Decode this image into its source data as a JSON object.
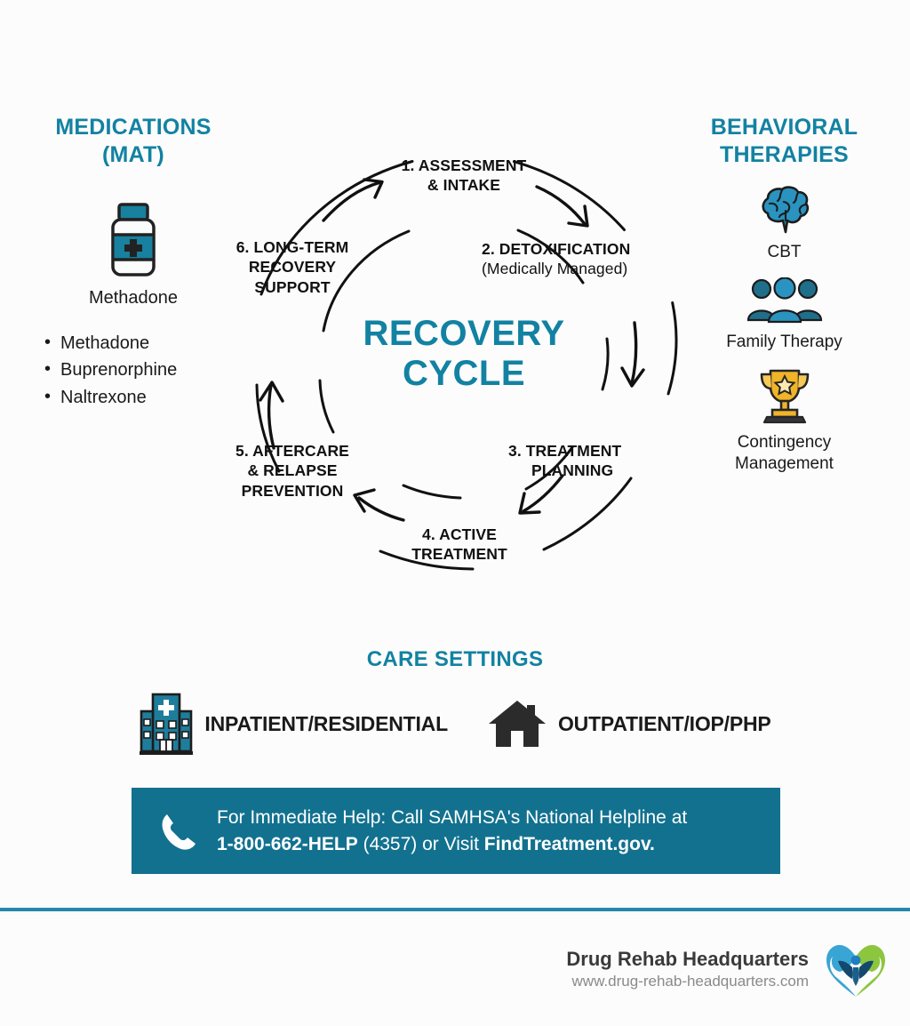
{
  "theme": {
    "accent_teal": "#1282a2",
    "banner_teal": "#12718f",
    "divider_teal": "#2487ad",
    "icon_teal": "#17819f",
    "ink": "#1a1a1a",
    "background": "#fcfcfc",
    "logo_blue": "#39a5d4",
    "logo_green": "#8cc63f",
    "logo_navy": "#14496e",
    "trophy_gold": "#f0b429"
  },
  "medications": {
    "heading_line1": "MEDICATIONS",
    "heading_line2": "(MAT)",
    "icon": "medicine-vial-icon",
    "icon_caption": "Methadone",
    "list": [
      "Methadone",
      "Buprenorphine",
      "Naltrexone"
    ]
  },
  "therapies": {
    "heading_line1": "BEHAVIORAL",
    "heading_line2": "THERAPIES",
    "items": [
      {
        "icon": "brain-icon",
        "label": "CBT"
      },
      {
        "icon": "family-group-icon",
        "label": "Family Therapy"
      },
      {
        "icon": "trophy-icon",
        "label": "Contingency\nManagement",
        "label_line1": "Contingency",
        "label_line2": "Management"
      }
    ]
  },
  "chart_data": {
    "type": "cycle-diagram",
    "title": "RECOVERY CYCLE",
    "title_line1": "RECOVERY",
    "title_line2": "CYCLE",
    "direction": "clockwise",
    "steps": [
      {
        "number": "1.",
        "label": "ASSESSMENT\n& INTAKE",
        "line1": "1. ASSESSMENT",
        "line2": "& INTAKE",
        "sub": "",
        "angle_deg": 0
      },
      {
        "number": "2.",
        "label": "DETOXIFICATION",
        "line1": "2. DETOXIFICATION",
        "line2": "",
        "sub": "(Medically Managed)",
        "angle_deg": 60
      },
      {
        "number": "3.",
        "label": "TREATMENT\nPLANNING",
        "line1": "3. TREATMENT",
        "line2": "PLANNING",
        "sub": "",
        "angle_deg": 120
      },
      {
        "number": "4.",
        "label": "ACTIVE\nTREATMENT",
        "line1": "4. ACTIVE",
        "line2": "TREATMENT",
        "sub": "",
        "angle_deg": 180
      },
      {
        "number": "5.",
        "label": "AFTERCARE\n& RELAPSE\nPREVENTION",
        "line1": "5. AFTERCARE",
        "line2": "& RELAPSE",
        "line3": "PREVENTION",
        "sub": "",
        "angle_deg": 240
      },
      {
        "number": "6.",
        "label": "LONG-TERM\nRECOVERY\nSUPPORT",
        "line1": "6. LONG-TERM",
        "line2": "RECOVERY",
        "line3": "SUPPORT",
        "sub": "",
        "angle_deg": 300
      }
    ]
  },
  "care_settings": {
    "heading": "CARE SETTINGS",
    "items": [
      {
        "icon": "hospital-icon",
        "label": "INPATIENT/RESIDENTIAL"
      },
      {
        "icon": "house-icon",
        "label": "OUTPATIENT/IOP/PHP"
      }
    ]
  },
  "helpline": {
    "icon": "phone-icon",
    "line1": "For Immediate Help: Call SAMHSA's National Helpline at",
    "line2_number": "1-800-662-HELP",
    "line2_ext": " (4357) ",
    "line2_mid": "or Visit ",
    "line2_site": "FindTreatment.gov."
  },
  "footer": {
    "brand": "Drug Rehab Headquarters",
    "url": "www.drug-rehab-headquarters.com",
    "logo": "heart-people-logo"
  }
}
